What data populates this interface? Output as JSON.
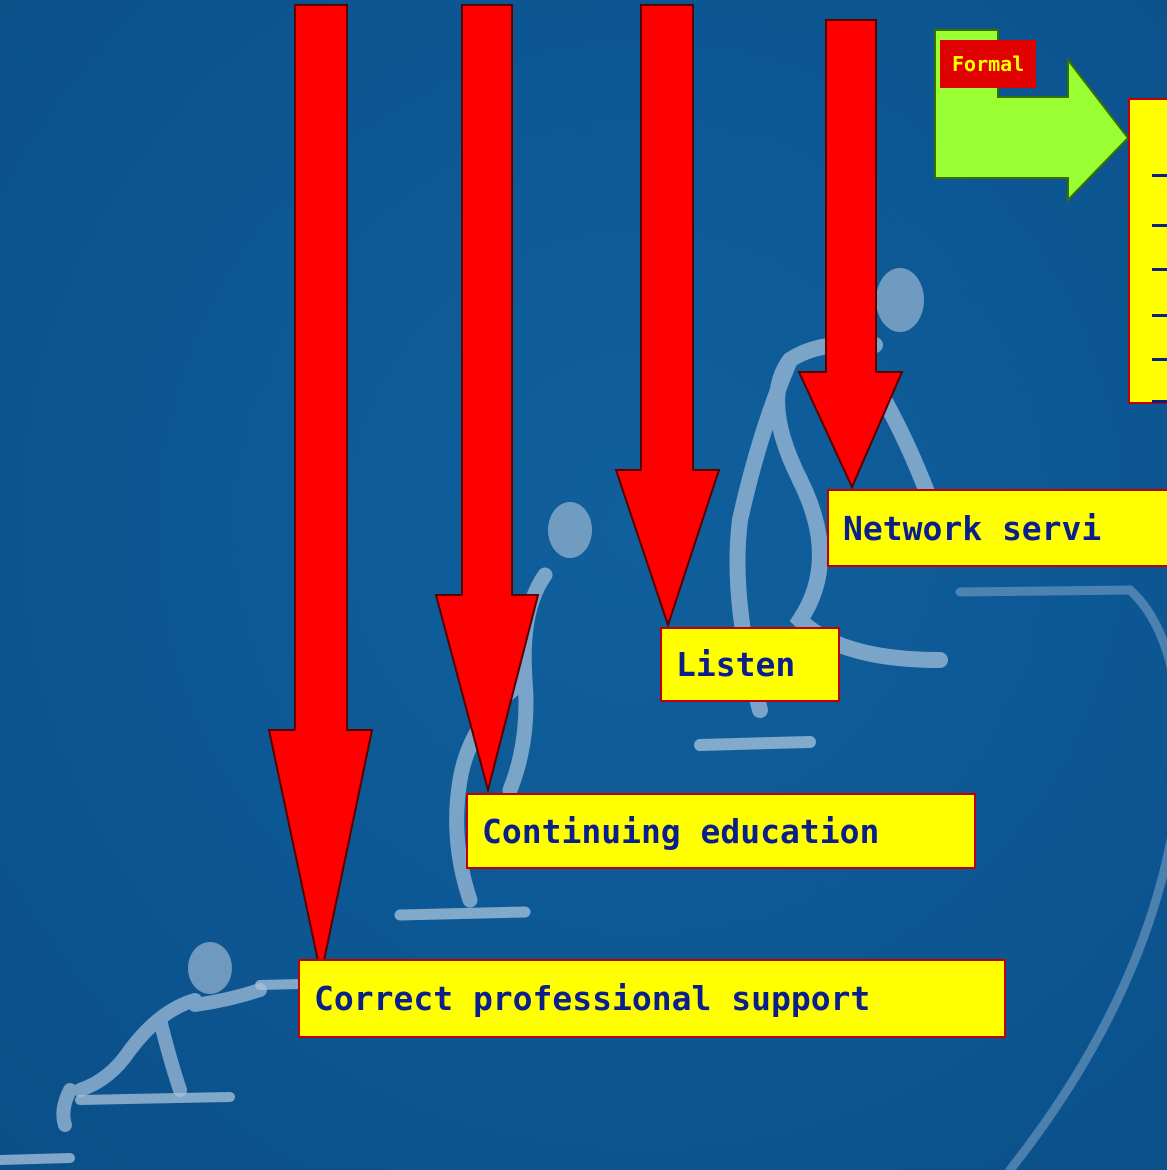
{
  "labels": {
    "network": "Network servi",
    "listen": "Listen",
    "continuing": "Continuing education",
    "correct": "Correct professional support",
    "formal": "Formal"
  },
  "formal_box": {
    "dash_count": 6
  },
  "colors": {
    "background": "#0c5793",
    "arrow_red": "#ff0000",
    "bent_arrow_green": "#99ff33",
    "label_fill": "#ffff00",
    "label_border": "#c00000",
    "label_text": "#0b1f8a",
    "formal_tag_fill": "#e00000",
    "formal_tag_text": "#ffff00"
  }
}
